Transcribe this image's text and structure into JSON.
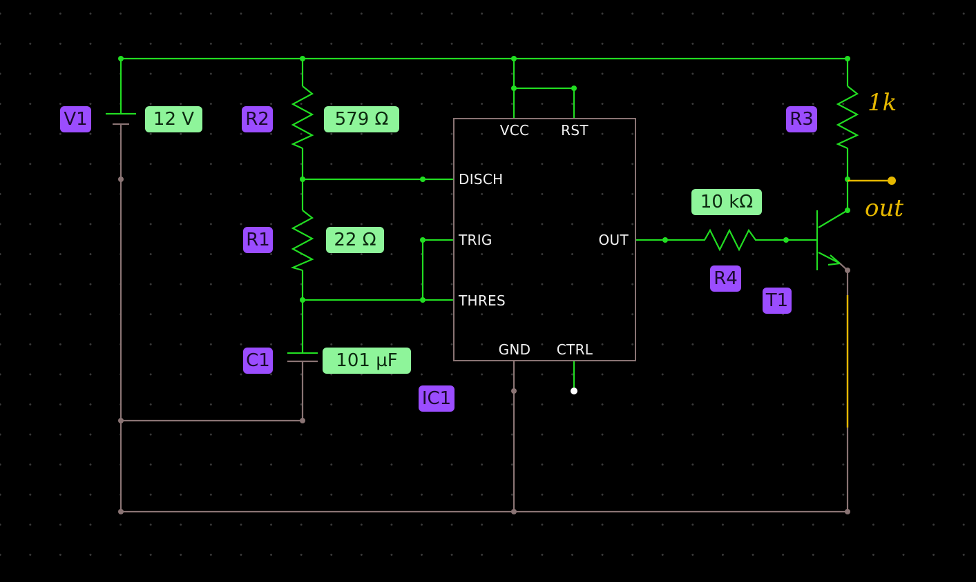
{
  "components": {
    "V1": {
      "ref": "V1",
      "value": "12 V"
    },
    "R2": {
      "ref": "R2",
      "value": "579 Ω"
    },
    "R1": {
      "ref": "R1",
      "value": "22 Ω"
    },
    "C1": {
      "ref": "C1",
      "value": "101 µF"
    },
    "IC1": {
      "ref": "IC1"
    },
    "R3": {
      "ref": "R3",
      "value": "1k"
    },
    "R4": {
      "ref": "R4",
      "value": "10 kΩ"
    },
    "T1": {
      "ref": "T1"
    }
  },
  "ic_pins": {
    "vcc": "VCC",
    "rst": "RST",
    "disch": "DISCH",
    "trig": "TRIG",
    "thres": "THRES",
    "out": "OUT",
    "gnd": "GND",
    "ctrl": "CTRL"
  },
  "annotations": {
    "output_label": "out"
  },
  "colors": {
    "background": "#000000",
    "supply_wire": "#22dd22",
    "ground_wire": "#8a7474",
    "annotation": "#e6b800",
    "ref_tag": "#9b4dff",
    "value_tag": "#8ef59a"
  }
}
